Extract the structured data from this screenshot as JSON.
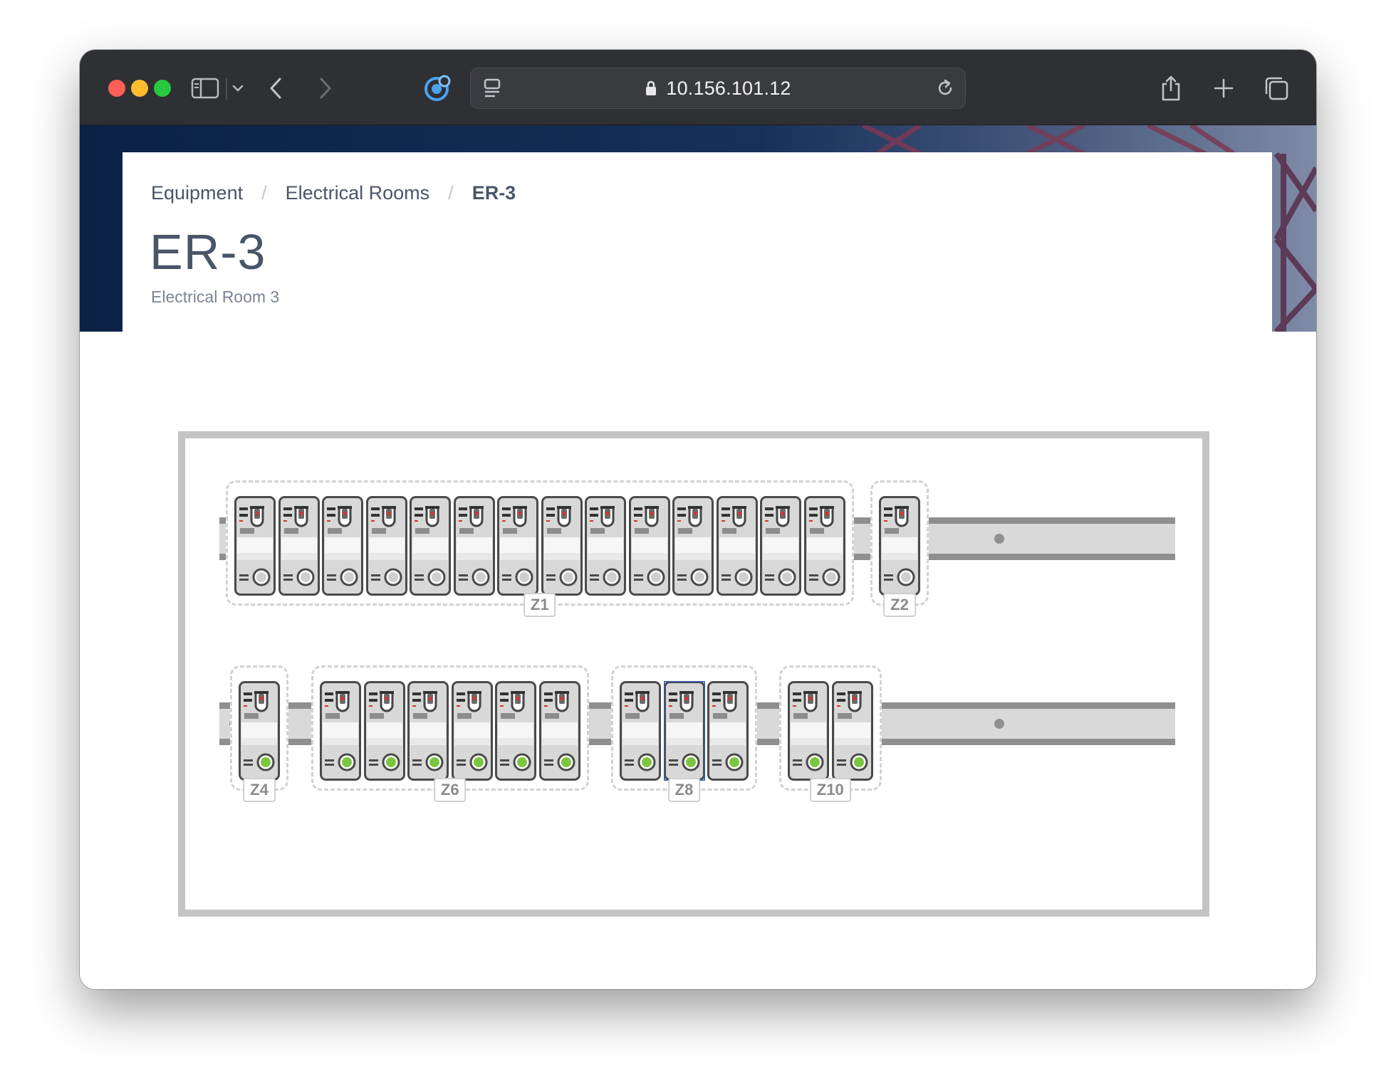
{
  "browser": {
    "url": "10.156.101.12",
    "icons": [
      "sidebar-icon",
      "chevron-down-icon",
      "back-icon",
      "forward-icon",
      "extension-icon",
      "reader-icon",
      "lock-icon",
      "reload-icon",
      "share-icon",
      "new-tab-icon",
      "tab-overview-icon"
    ]
  },
  "breadcrumb": {
    "items": [
      "Equipment",
      "Electrical Rooms",
      "ER-3"
    ],
    "separator": "/"
  },
  "page": {
    "title": "ER-3",
    "subtitle": "Electrical Room 3"
  },
  "panel": {
    "rows": [
      {
        "zones": [
          {
            "label": "Z1",
            "breakers": 14,
            "status": "off"
          },
          {
            "label": "Z2",
            "breakers": 1,
            "status": "off"
          }
        ]
      },
      {
        "zones": [
          {
            "label": "Z4",
            "breakers": 1,
            "status": "on"
          },
          {
            "label": "Z6",
            "breakers": 6,
            "status": "on"
          },
          {
            "label": "Z8",
            "breakers": 3,
            "status": "on",
            "selected_breaker": 1
          },
          {
            "label": "Z10",
            "breakers": 2,
            "status": "on"
          }
        ]
      }
    ]
  },
  "colors": {
    "status_on": "#7cc63f",
    "status_off": "#cfcfcf",
    "trip_indicator": "#d9322e",
    "hero_background": "#0c2347",
    "selection_outline": "#2f5aa8"
  }
}
